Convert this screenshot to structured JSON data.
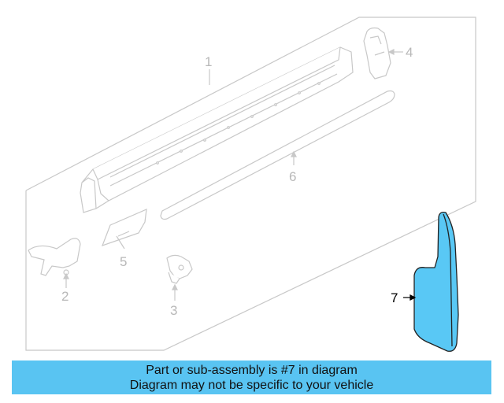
{
  "diagram": {
    "callouts": {
      "c1": "1",
      "c2": "2",
      "c3": "3",
      "c4": "4",
      "c5": "5",
      "c6": "6",
      "c7": "7"
    },
    "highlight_color": "#59c8f5",
    "part_stroke_color": "#c8c8c8"
  },
  "banner": {
    "line1": "Part or sub-assembly is #7 in diagram",
    "line2": "Diagram may not be specific to your vehicle",
    "background_color": "#59c4f2"
  }
}
